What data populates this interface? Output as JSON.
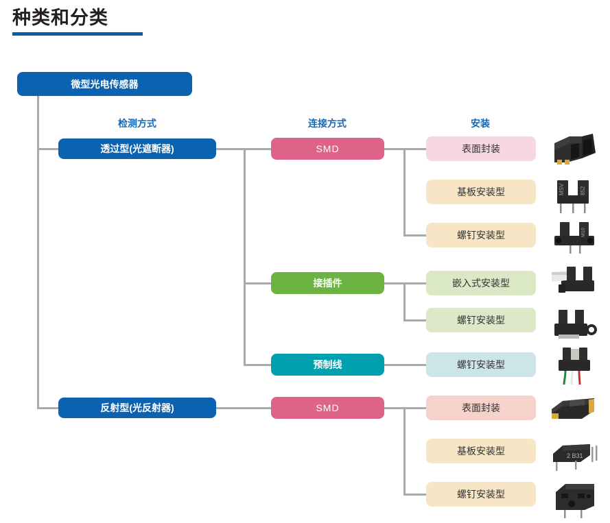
{
  "page": {
    "title": "种类和分类",
    "accent_color": "#0b5bab"
  },
  "columns": [
    {
      "id": "detection",
      "label": "检测方式"
    },
    {
      "id": "connection",
      "label": "连接方式"
    },
    {
      "id": "mounting",
      "label": "安装"
    }
  ],
  "root": {
    "label": "微型光电传感器",
    "color": "#0b62b0"
  },
  "nodes": {
    "transmissive": {
      "label": "透过型(光遮断器)",
      "color": "#0b62b0"
    },
    "reflective": {
      "label": "反射型(光反射器)",
      "color": "#0b62b0"
    },
    "smd_top": {
      "label": "SMD",
      "color": "#de6388"
    },
    "connector": {
      "label": "接插件",
      "color": "#6cb344"
    },
    "cable": {
      "label": "预制线",
      "color": "#00a0af"
    },
    "smd_bottom": {
      "label": "SMD",
      "color": "#de6388"
    },
    "m1": {
      "label": "表面封装",
      "color": "#f7d7e2"
    },
    "m2": {
      "label": "基板安装型",
      "color": "#f6e6c6"
    },
    "m3": {
      "label": "螺钉安装型",
      "color": "#f6e6c6"
    },
    "m4": {
      "label": "嵌入式安装型",
      "color": "#dbe8c6"
    },
    "m5": {
      "label": "螺钉安装型",
      "color": "#dde8c9"
    },
    "m6": {
      "label": "螺钉安装型",
      "color": "#cde4e8"
    },
    "m7": {
      "label": "表面封装",
      "color": "#f5d3cb"
    },
    "m8": {
      "label": "基板安装型",
      "color": "#f6e6c6"
    },
    "m9": {
      "label": "螺钉安装型",
      "color": "#f6e6c6"
    }
  },
  "photos": [
    {
      "id": "p1",
      "name": "photo-interrupter-smd",
      "marking": ""
    },
    {
      "id": "p2",
      "name": "photo-interrupter-pcb",
      "marking": "852"
    },
    {
      "id": "p3",
      "name": "photo-interrupter-screw",
      "marking": ""
    },
    {
      "id": "p4",
      "name": "photo-interrupter-connector-snap",
      "marking": ""
    },
    {
      "id": "p5",
      "name": "photo-interrupter-connector-screw",
      "marking": ""
    },
    {
      "id": "p6",
      "name": "photo-interrupter-cable",
      "marking": ""
    },
    {
      "id": "p7",
      "name": "photo-reflector-smd",
      "marking": ""
    },
    {
      "id": "p8",
      "name": "photo-reflector-pcb",
      "marking": "2 B31"
    },
    {
      "id": "p9",
      "name": "photo-reflector-screw",
      "marking": ""
    }
  ]
}
